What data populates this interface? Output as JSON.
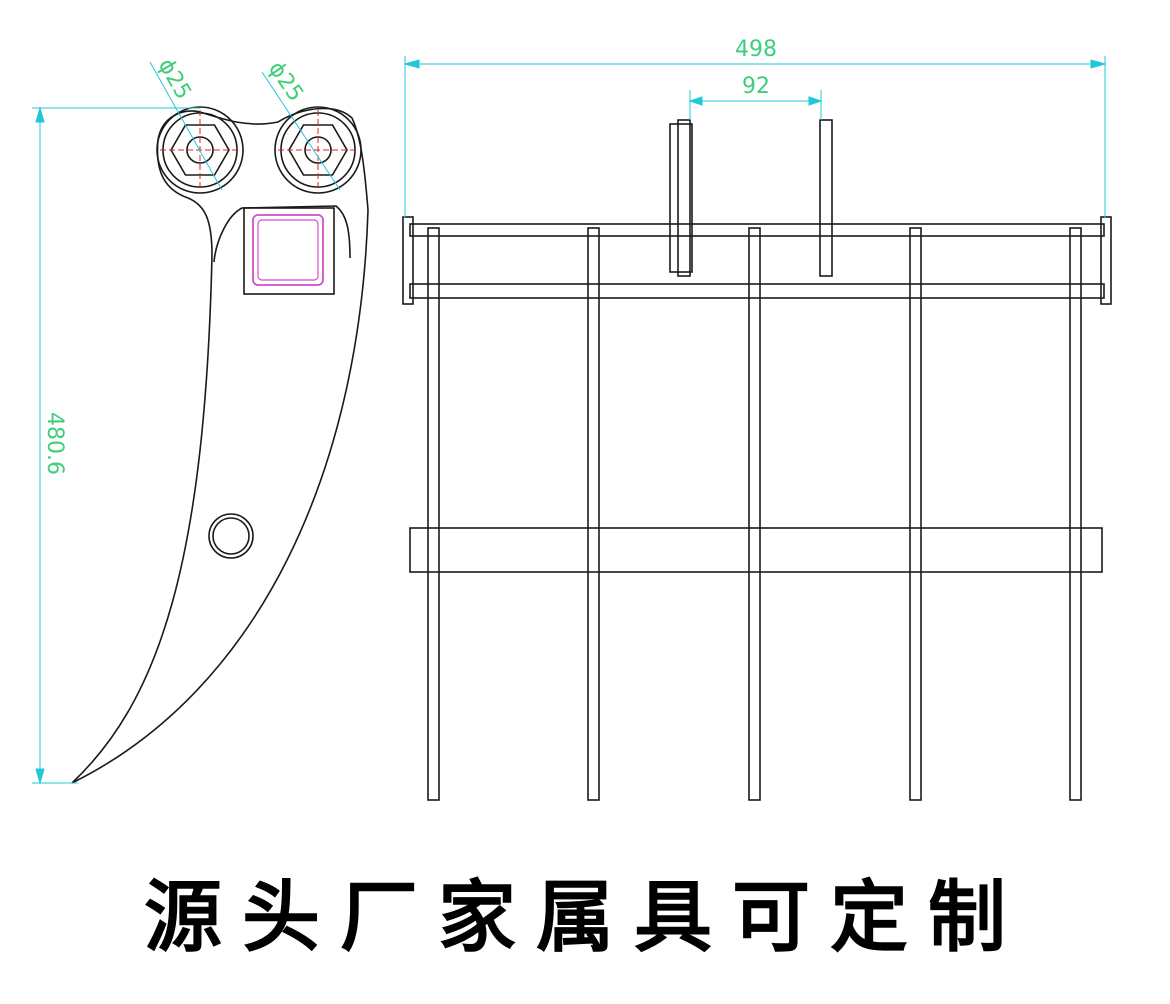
{
  "dimensions": {
    "pin_diameter_left": "ϕ25",
    "pin_diameter_right": "ϕ25",
    "ripper_height": "480.6",
    "overall_width": "498",
    "ear_spacing": "92"
  },
  "caption": "源头厂家属具可定制",
  "colors": {
    "outline": "#1a1a1a",
    "dimension": "#3fcf7a",
    "dimension_line": "#22c8d8",
    "center_line": "#e02020",
    "square_tube": "#d24fc8"
  }
}
